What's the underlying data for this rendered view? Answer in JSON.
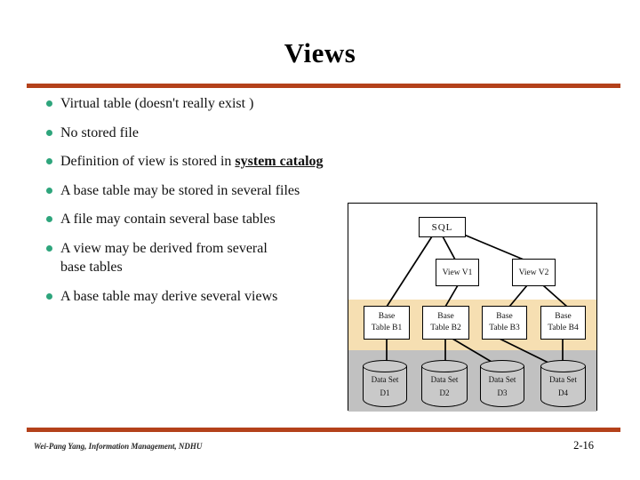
{
  "title": "Views",
  "bullets": [
    {
      "text": "Virtual table (doesn't really exist )"
    },
    {
      "text": "No stored file"
    },
    {
      "prefix": "Definition of view is stored in ",
      "emphasis": "system catalog"
    },
    {
      "text": "A base table may be stored in several files"
    },
    {
      "text": "A file may contain several base tables"
    },
    {
      "text": "A view may be derived from several\nbase tables"
    },
    {
      "text": "A base table may derive several views"
    }
  ],
  "diagram": {
    "sql": "SQL",
    "views": [
      "View V1",
      "View V2"
    ],
    "base_tables": [
      "Base\nTable B1",
      "Base\nTable B2",
      "Base\nTable B3",
      "Base\nTable B4"
    ],
    "data_sets": [
      "Data Set\nD1",
      "Data Set\nD2",
      "Data Set\nD3",
      "Data Set\nD4"
    ]
  },
  "footer": {
    "credit": "Wei-Pang Yang, Information Management, NDHU",
    "page": "2-16"
  },
  "colors": {
    "accent": "#B4411A",
    "bullet": "#2EA57C",
    "band_tan": "#F6DFB2",
    "band_gray": "#C1C1C1",
    "cylinder": "#C9C9C9"
  }
}
